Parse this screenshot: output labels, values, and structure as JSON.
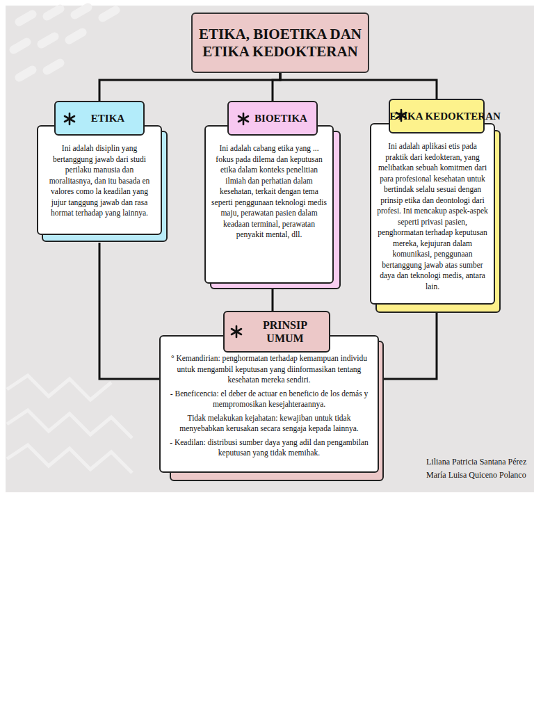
{
  "diagram": {
    "nodes": [
      {
        "text": [
          "ETIKA, BIOETIKA DAN ETIKA KEDOKTERAN"
        ]
      },
      {
        "text": [
          "ETIKA",
          "Ini adalah disiplin yang bertanggung jawab dari studi perilaku manusia dan moralitasnya, dan itu basada en valores como la keadilan yang jujur tanggung jawab dan rasa hormat terhadap yang lainnya."
        ]
      },
      {
        "text": [
          "BIOETIKA",
          "Ini adalah cabang etika yang ... fokus pada dilema dan keputusan etika dalam konteks penelitian ilmiah dan perhatian dalam kesehatan, terkait dengan tema seperti penggunaan teknologi medis maju, perawatan pasien dalam keadaan terminal, perawatan penyakit mental, dll."
        ]
      },
      {
        "text": [
          "ETIKA KEDOKTERAN",
          "Ini adalah aplikasi etis pada praktik dari kedokteran, yang melibatkan sebuah komitmen dari para profesional kesehatan untuk bertindak selalu sesuai dengan prinsip etika dan deontologi dari profesi. Ini mencakup aspek-aspek seperti privasi pasien, penghormatan terhadap keputusan mereka, kejujuran dalam komunikasi, penggunaan bertanggung jawab atas sumber daya dan teknologi medis, antara lain."
        ]
      },
      {
        "text": [
          "PRINSIP UMUM",
          "° Kemandirian: penghormatan terhadap kemampuan individu untuk mengambil keputusan yang diinformasikan tentang kesehatan mereka sendiri.",
          "- Beneficencia: el deber de actuar en beneficio de los demás y mempromosikan kesejahteraannya.",
          "Tidak melakukan kejahatan: kewajiban untuk tidak menyebabkan kerusakan secara sengaja kepada lainnya.",
          "- Keadilan: distribusi sumber daya yang adil dan pengambilan keputusan yang tidak memihak."
        ]
      }
    ],
    "edges": [
      {
        "from": 0,
        "to": 1,
        "arrow": "none"
      },
      {
        "from": 0,
        "to": 2,
        "arrow": "none"
      },
      {
        "from": 0,
        "to": 3,
        "arrow": "none"
      },
      {
        "from": 1,
        "to": 4,
        "arrow": "none"
      },
      {
        "from": 2,
        "to": 4,
        "arrow": "none"
      },
      {
        "from": 3,
        "to": 4,
        "arrow": "none"
      }
    ],
    "labels": [
      "Liliana Patricia Santana Pérez",
      "María Luisa Quiceno Polanco"
    ]
  }
}
